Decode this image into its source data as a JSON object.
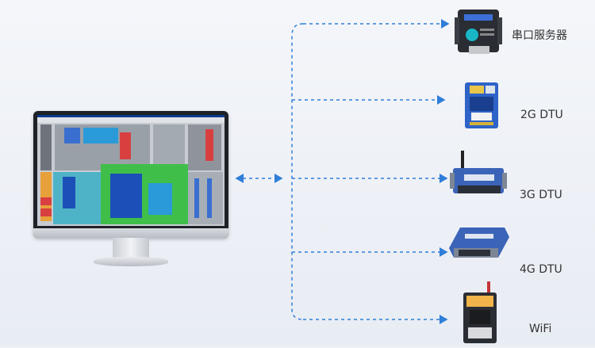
{
  "devices": [
    {
      "label": "串口服务器",
      "icon": "serial-server-icon"
    },
    {
      "label": "2G DTU",
      "icon": "dtu-module-icon"
    },
    {
      "label": "3G DTU",
      "icon": "router-antenna-icon"
    },
    {
      "label": "4G DTU",
      "icon": "router-icon"
    },
    {
      "label": "WiFi",
      "icon": "wifi-router-icon"
    }
  ],
  "colors": {
    "link": "#2f7ed8",
    "scada_green": "#3fbf4a",
    "scada_blue": "#1c4fb8",
    "scada_teal": "#4fb3c8"
  }
}
